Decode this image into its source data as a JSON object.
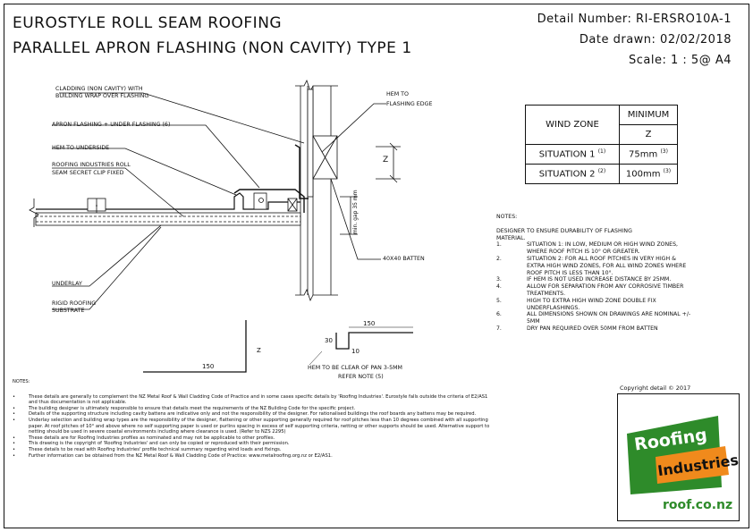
{
  "title": {
    "line1": "EUROSTYLE ROLL SEAM ROOFING",
    "line2": "PARALLEL APRON FLASHING (NON CAVITY) TYPE 1"
  },
  "detail": {
    "number": "Detail Number: RI-ERSRO10A-1",
    "date": "Date drawn: 02/02/2018",
    "scale": "Scale: 1 : 5@ A4"
  },
  "labels": {
    "cladding": "CLADDING (NON CAVITY) WITH",
    "cladding2": "BUILDING WRAP OVER FLASHING",
    "apron": "APRON FLASHING + UNDER FLASHING (6)",
    "hem_under": "HEM TO UNDERSIDE",
    "clip1": "ROOFING INDUSTRIES ROLL",
    "clip2": "SEAM SECRET CLIP FIXED",
    "underlay": "UNDERLAY",
    "rigid1": "RIGID ROOFING",
    "rigid2": "SUBSTRATE",
    "hem_edge1": "HEM TO",
    "hem_edge2": "FLASHING EDGE",
    "batten": "40x40 BATTEN",
    "z": "Z",
    "gap": "min. gap 35 mm",
    "prof_150a": "150",
    "prof_z": "Z",
    "prof_150b": "150",
    "prof_30": "30",
    "prof_10": "10",
    "hem_clear1": "HEM TO BE CLEAR OF PAN 3-5mm",
    "hem_clear2": "REFER NOTE (5)"
  },
  "wind_table": {
    "h_zone": "WIND ZONE",
    "h_min": "MINIMUM",
    "h_z": "Z",
    "r1_name": "SITUATION 1",
    "r1_sup": "(1)",
    "r1_val": "75mm",
    "r1_vsup": "(3)",
    "r2_name": "SITUATION 2",
    "r2_sup": "(2)",
    "r2_val": "100mm",
    "r2_vsup": "(3)"
  },
  "notes_right": {
    "heading": "NOTES:",
    "intro1": "DESIGNER TO ENSURE DURABILITY OF FLASHING",
    "intro2": "MATERIAL.",
    "items": [
      {
        "n": "1.",
        "t": "SITUATION 1: IN LOW, MEDIUM OR HIGH WIND ZONES, WHERE ROOF PITCH IS 10° OR GREATER."
      },
      {
        "n": "2.",
        "t": "SITUATION 2: FOR ALL ROOF PITCHES IN VERY HIGH & EXTRA HIGH WIND ZONES, FOR ALL WIND ZONES WHERE ROOF PITCH IS LESS THAN 10°."
      },
      {
        "n": "3.",
        "t": "IF HEM IS NOT USED INCREASE DISTANCE BY 25mm."
      },
      {
        "n": "4.",
        "t": "ALLOW FOR SEPARATION FROM ANY CORROSIVE TIMBER TREATMENTS."
      },
      {
        "n": "5.",
        "t": "HIGH TO EXTRA HIGH WIND ZONE DOUBLE FIX UNDERFLASHINGS."
      },
      {
        "n": "6.",
        "t": "ALL DIMENSIONS SHOWN ON DRAWINGS ARE NOMINAL +/- 5mm"
      },
      {
        "n": "7.",
        "t": "DRY PAN REQUIRED OVER 50mm FROM BATTEN"
      }
    ]
  },
  "notes_bottom": {
    "heading": "NOTES:",
    "items": [
      "These details are generally to complement the NZ Metal Roof & Wall Cladding Code of Practice and in some cases specific details by 'Roofing Industries'. Eurostyle falls outside the criteria of E2/AS1 and thus documentation is not applicable.",
      "The building designer is ultimately responsible to ensure that details meet the requirements of the NZ Building Code for the specific project.",
      "Details of the supporting structure including cavity battens are indicative only and not the responsibility of the designer. For rationalised buildings the roof boards any battens may be required.",
      "Underlay selection and building wrap types are the responsibility of the designer, flattening or other supporting generally required for roof pitches less than 10 degrees combined with all supporting paper. At roof pitches of 10° and above where no self supporting paper is used or purlins spacing in excess of self supporting criteria, netting or other supports should be used. Alternative support to netting should be used in severe coastal environments including where clearance is used. (Refer to NZS 2295)",
      "These details are for Roofing Industries profiles as nominated and may not be applicable to other profiles.",
      "This drawing is the copyright of 'Roofing Industries' and can only be copied or reproduced with their permission.",
      "These details to be read with Roofing Industries' profile technical summary regarding wind loads and fixings.",
      "Further information can be obtained from the NZ Metal Roof & Wall Cladding Code of Practice: www.metalroofing.org.nz or E2/AS1."
    ]
  },
  "copyright": "Copyright detail © 2017",
  "logo": {
    "line1": "Roofing",
    "line2": "Industries",
    "url": "roof.co.nz",
    "green": "#2e8b2a",
    "orange": "#f08a1c"
  }
}
